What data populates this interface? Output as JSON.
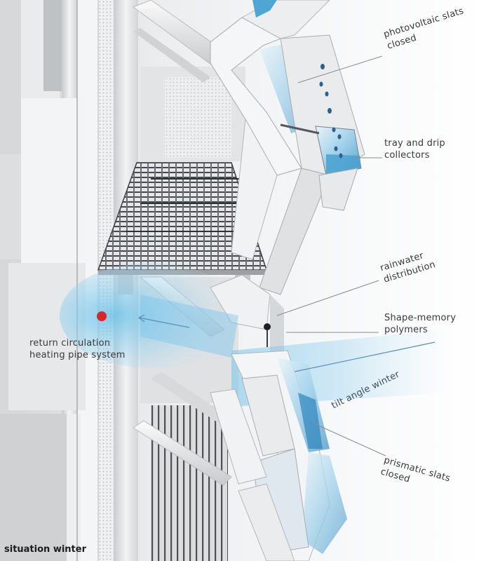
{
  "labels": {
    "photovoltaic": [
      "photovoltaic slats",
      "closed"
    ],
    "tray": [
      "tray and drip",
      "collectors"
    ],
    "rainwater": [
      "rainwater",
      "distribution"
    ],
    "shape_memory": [
      "Shape-memory",
      "polymers"
    ],
    "tilt": "tilt angle winter",
    "return_circulation": [
      "return circulation",
      "heating pipe system"
    ],
    "prismatic": [
      "prismatic slats",
      "closed"
    ]
  },
  "caption": "situation winter",
  "colors": {
    "accent_blue": "#6fc3ea",
    "heating_dot": "#d8252b",
    "leader_line": "#8a8a8a",
    "structure": "#e6e8ea"
  }
}
